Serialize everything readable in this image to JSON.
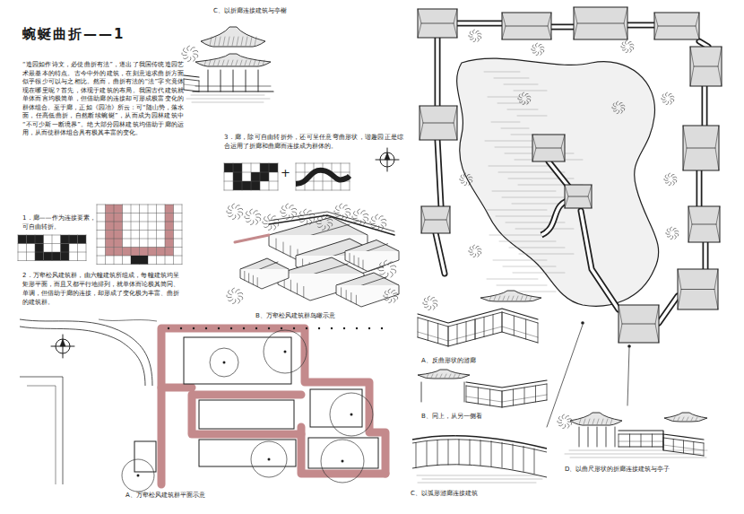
{
  "diagram": {
    "title": "蜿蜒曲折——1",
    "labels": [
      "“造园如作诗文，必使曲折有法”，道出了我国传统造园艺术最基本的特点。古今中外的建筑，在刻意追求曲折方面似乎很少可以与之相比。然而，曲折有法的“法”字究竟体现在哪里呢？首先，体现于建筑的布局。我国古代建筑就单体而言均极简单，但借助廊的连接却可形成极富变化的群体组合。至于廊，正如《园冶》所云：可“随山势，落水面，任高低曲折，自然断续蜿蜒”，从而成为园林建筑中“不可少斯一断境界”。绝大部分园林建筑均借助于廊的运用，从而使群体组合具有极其丰富的变化。",
      "C、以折廊连接建筑与亭榭",
      "3．廊，除可自由转折外，还可呈任意弯曲形状，谐趣园正是综合运用了折廊和曲廊而连接成为群体的。",
      "1．廊——作为连接要素，可自由转折。",
      "+",
      "2．万壑松风建筑群，由六幢建筑所组成，每幢建筑均呈矩形平面，而且又都平行地排列，就单体而论极其简同、单调，但借助于廊的连接，却形成了变化极为丰富、曲折的建筑群。",
      "B、万壑松风建筑群鸟瞰示意",
      "A、万壑松风建筑群平面示意",
      "A、反曲形状的游廊",
      "B、同上，从另一侧看",
      "C、以弧形游廊连接建筑",
      "D、以曲尺形状的折廊连接建筑与亭子"
    ]
  }
}
